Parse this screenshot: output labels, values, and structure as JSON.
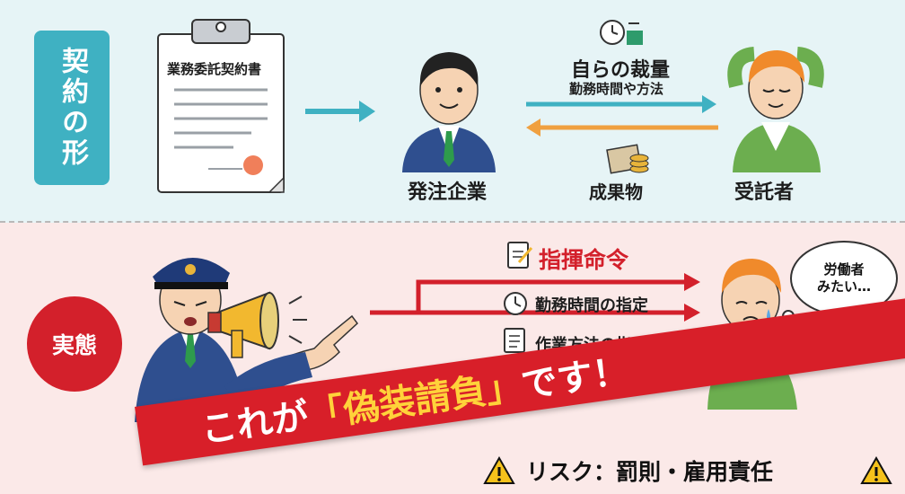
{
  "contract": {
    "section_label": "契約の形",
    "document_title": "業務委託契約書",
    "client_label": "発注企業",
    "contractor_label": "受託者",
    "discretion_title": "自らの裁量",
    "discretion_sub": "勤務時間や方法",
    "deliverable_label": "成果物"
  },
  "reality": {
    "section_label": "実態",
    "commands_title": "指揮命令",
    "work_hours_label": "勤務時間の指定",
    "method_label": "作業方法の指示",
    "worker_thought_line1": "労働者",
    "worker_thought_line2": "みたい…"
  },
  "banner": {
    "prefix": "これが",
    "highlight": "「偽装請負」",
    "suffix": "です！"
  },
  "risk": {
    "text": "リスク：罰則・雇用責任"
  },
  "colors": {
    "teal": "#3fb1c2",
    "red": "#d3202b",
    "orange": "#f0a040",
    "yellow": "#ffd23a"
  }
}
